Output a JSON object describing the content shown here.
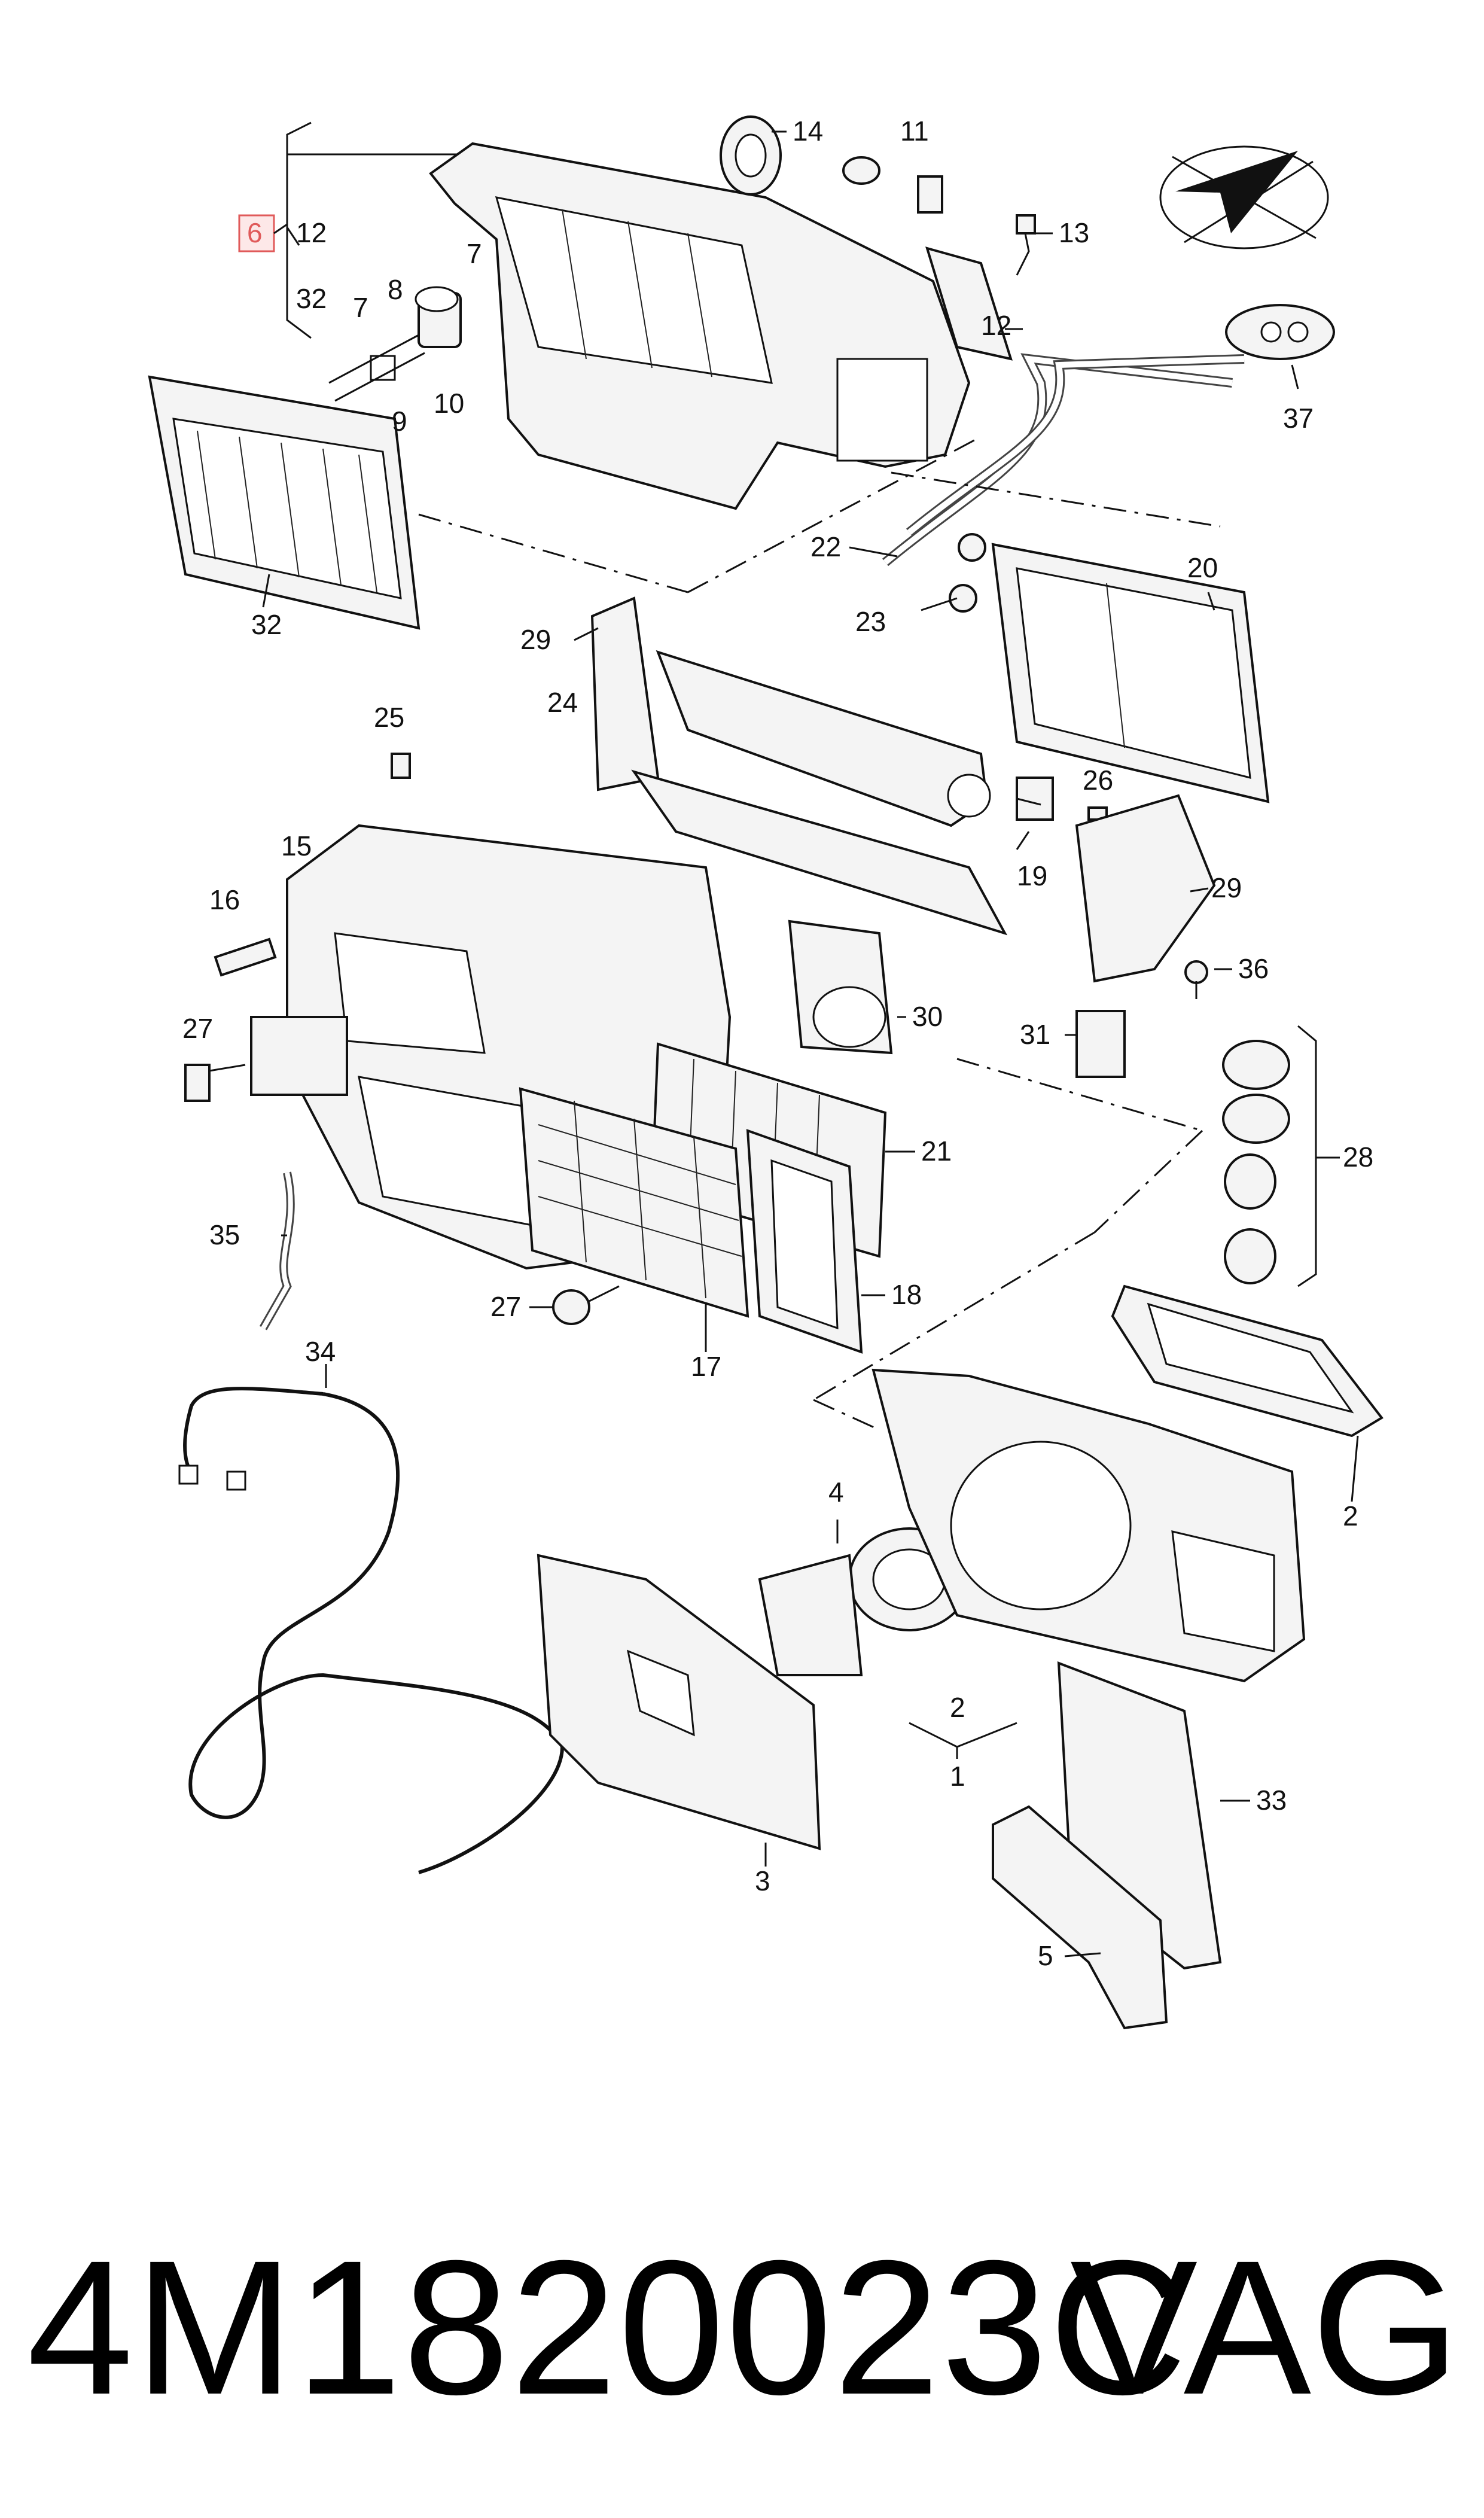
{
  "callouts": {
    "c1": "1",
    "c2a": "2",
    "c2b": "2",
    "c3": "3",
    "c4": "4",
    "c5": "5",
    "c6": "6",
    "c7a": "7",
    "c7b": "7",
    "c8": "8",
    "c9": "9",
    "c10": "10",
    "c11": "11",
    "c12a": "12",
    "c12b": "12",
    "c13": "13",
    "c14": "14",
    "c15": "15",
    "c16": "16",
    "c17": "17",
    "c18": "18",
    "c19": "19",
    "c20": "20",
    "c21": "21",
    "c22": "22",
    "c23": "23",
    "c24": "24",
    "c25": "25",
    "c26": "26",
    "c27a": "27",
    "c27b": "27",
    "c28": "28",
    "c29a": "29",
    "c29b": "29",
    "c30": "30",
    "c31": "31",
    "c32a": "32",
    "c32b": "32",
    "c33": "33",
    "c34": "34",
    "c35": "35",
    "c36": "36",
    "c37": "37"
  },
  "highlight_color": "#e05a5a",
  "footer": {
    "part_number": "4M1820023C",
    "brand": "VAG"
  }
}
